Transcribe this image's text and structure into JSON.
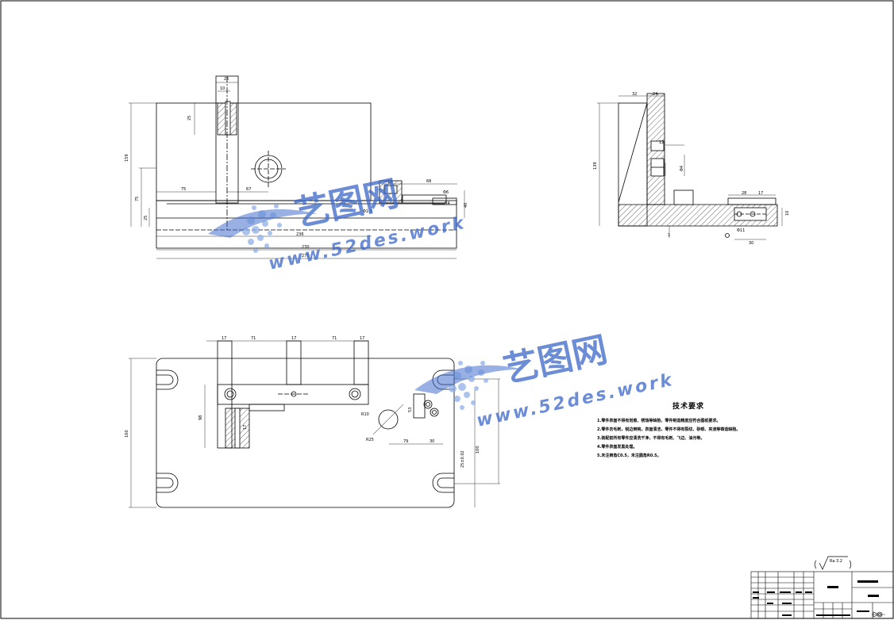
{
  "watermark": {
    "brand": "艺图网",
    "url": "www.52des.work",
    "colors": {
      "blue": "#3b68c9",
      "light": "#8fb0e8"
    }
  },
  "front_view": {
    "dims": [
      "25",
      "10",
      "25",
      "159",
      "75",
      "25",
      "75",
      "67",
      "10",
      "68",
      "Φ6",
      "R4",
      "Φ1.5",
      "40",
      "236",
      "230",
      "270"
    ]
  },
  "side_view": {
    "dims": [
      "32",
      "24",
      "12",
      "Φ4",
      "139",
      "1",
      "28",
      "17",
      "10",
      "Φ11",
      "30"
    ]
  },
  "top_view": {
    "dims": [
      "17",
      "71",
      "17",
      "71",
      "17",
      "160",
      "98",
      "R10",
      "53",
      "79",
      "30",
      "R25",
      "17",
      "100",
      "25±0.02"
    ]
  },
  "tech_requirements": {
    "title": "技术要求",
    "items": [
      "1.零件表面不得有划痕、锈蚀等缺陷，零件制造精度应符合图纸要求。",
      "2.零件去毛刺，锐边倒钝，表面清洁，零件不得有裂纹、砂眼、夹渣等铸造缺陷。",
      "",
      "3.装配前所有零件应清洗干净，不得有毛刺、飞边、油污等。",
      "4.零件表面发黑处理。",
      "5.未注倒角C0.5，未注圆角R0.5。"
    ]
  },
  "roughness": {
    "value": "Ra 3.2"
  },
  "title_block": {}
}
